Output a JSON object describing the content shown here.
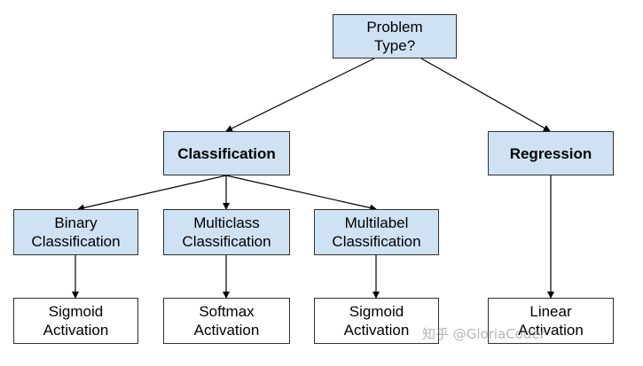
{
  "colors": {
    "decision_fill": "#cfe2f3",
    "output_fill": "#ffffff",
    "border": "#2f2f2f",
    "arrow": "#000000"
  },
  "nodes": {
    "problem_type": {
      "line1": "Problem",
      "line2": "Type?"
    },
    "classification": {
      "label": "Classification"
    },
    "regression": {
      "label": "Regression"
    },
    "binary": {
      "line1": "Binary",
      "line2": "Classification"
    },
    "multiclass": {
      "line1": "Multiclass",
      "line2": "Classification"
    },
    "multilabel": {
      "line1": "Multilabel",
      "line2": "Classification"
    },
    "sigmoid_1": {
      "line1": "Sigmoid",
      "line2": "Activation"
    },
    "softmax": {
      "line1": "Softmax",
      "line2": "Activation"
    },
    "sigmoid_2": {
      "line1": "Sigmoid",
      "line2": "Activation"
    },
    "linear": {
      "line1": "Linear",
      "line2": "Activation"
    }
  },
  "watermark": "知乎 @GloriaCoder"
}
